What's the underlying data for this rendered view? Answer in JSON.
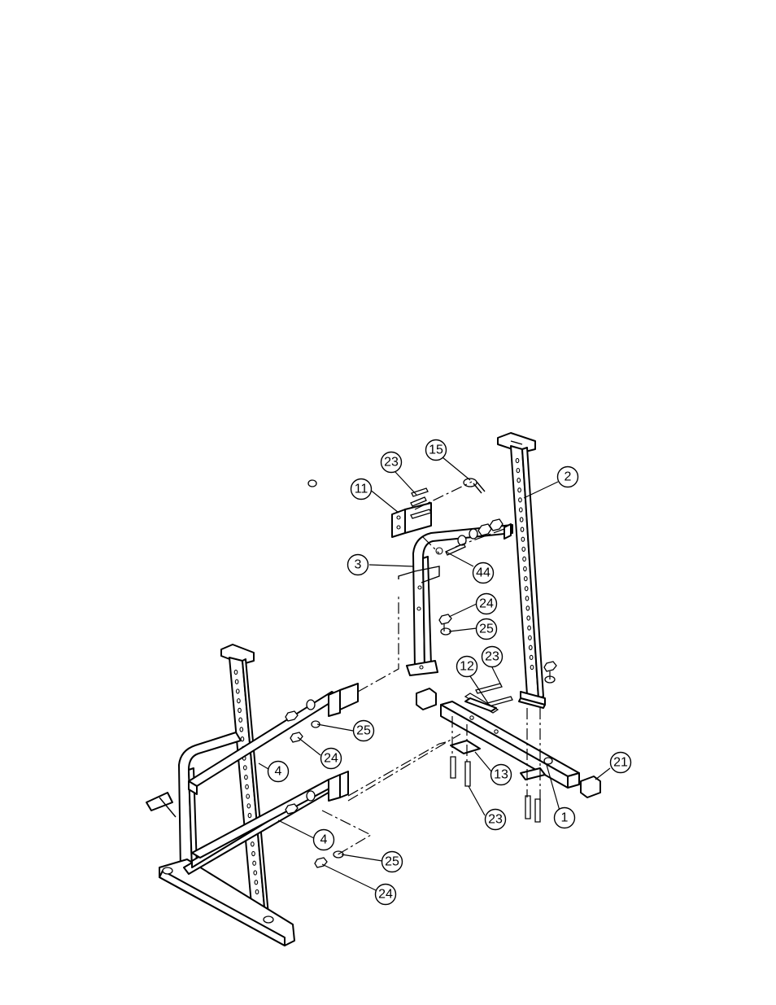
{
  "diagram": {
    "callouts": [
      {
        "id": "c1",
        "label": "1"
      },
      {
        "id": "c2",
        "label": "2"
      },
      {
        "id": "c3",
        "label": "3"
      },
      {
        "id": "c4a",
        "label": "4"
      },
      {
        "id": "c4b",
        "label": "4"
      },
      {
        "id": "c11",
        "label": "11"
      },
      {
        "id": "c12",
        "label": "12"
      },
      {
        "id": "c13",
        "label": "13"
      },
      {
        "id": "c15",
        "label": "15"
      },
      {
        "id": "c21",
        "label": "21"
      },
      {
        "id": "c23a",
        "label": "23"
      },
      {
        "id": "c23b",
        "label": "23"
      },
      {
        "id": "c23c",
        "label": "23"
      },
      {
        "id": "c24a",
        "label": "24"
      },
      {
        "id": "c24b",
        "label": "24"
      },
      {
        "id": "c24c",
        "label": "24"
      },
      {
        "id": "c25a",
        "label": "25"
      },
      {
        "id": "c25b",
        "label": "25"
      },
      {
        "id": "c25c",
        "label": "25"
      },
      {
        "id": "c44",
        "label": "44"
      }
    ]
  }
}
